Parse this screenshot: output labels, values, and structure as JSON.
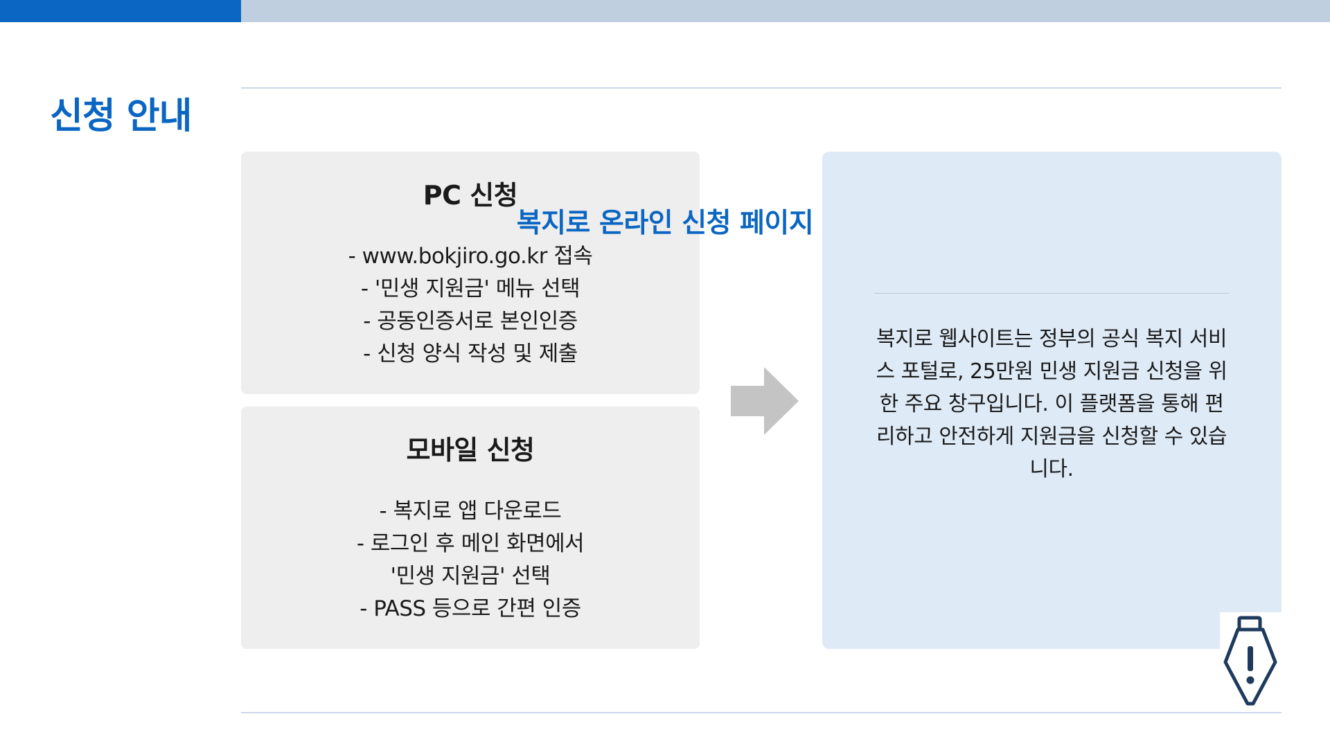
{
  "section": {
    "title": "신청 안내"
  },
  "pc": {
    "title": "PC 신청",
    "steps": [
      "- www.bokjiro.go.kr 접속",
      "- '민생 지원금' 메뉴 선택",
      "- 공동인증서로 본인인증",
      "- 신청 양식 작성 및 제출"
    ]
  },
  "mobile": {
    "title": "모바일 신청",
    "steps": [
      "- 복지로 앱 다운로드",
      "- 로그인 후 메인 화면에서",
      "'민생 지원금' 선택",
      "- PASS 등으로 간편 인증"
    ]
  },
  "info": {
    "title": "복지로 온라인 신청 페이지",
    "body": "복지로 웹사이트는 정부의 공식 복지 서비스 포털로, 25만원 민생 지원금 신청을 위한 주요 창구입니다. 이 플랫폼을 통해 편리하고 안전하게 지원금을 신청할 수 있습니다."
  },
  "icons": {
    "arrow": "right-arrow-icon",
    "pen": "fountain-pen-alert-icon"
  },
  "colors": {
    "accent": "#0a66c2",
    "topbar": "#bfcfdf",
    "card_bg": "#eeeeee",
    "info_bg": "#deeaf6",
    "arrow": "#c4c4c4",
    "pen": "#1e3a5c"
  }
}
